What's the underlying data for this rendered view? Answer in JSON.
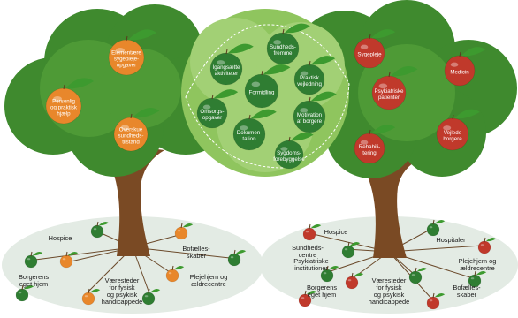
{
  "colors": {
    "canopy_dark": "#3f8a2e",
    "canopy_light": "#6db243",
    "center_cluster": "#9fcf6b",
    "trunk": "#7a4a24",
    "ground": "#e3ebe4",
    "apple_orange": "#e8872b",
    "apple_red": "#c0392b",
    "apple_green": "#2f7d32",
    "leaf": "#3d9a2f"
  },
  "left_tree": {
    "apples": [
      {
        "label": "Elementære\nsygepleje-\nopgaver",
        "color": "orange"
      },
      {
        "label": "Personlig\nog praktisk\nhjælp",
        "color": "orange"
      },
      {
        "label": "Overskue\nsundheds-\ntilstand",
        "color": "orange"
      }
    ]
  },
  "center_cluster": {
    "apples": [
      {
        "label": "Sundheds-\nfremme"
      },
      {
        "label": "Igangsætte\naktiviteter"
      },
      {
        "label": "Praktisk\nvejledning"
      },
      {
        "label": "Formidling"
      },
      {
        "label": "Omsorgs-\nopgaver"
      },
      {
        "label": "Motivation\naf borgere"
      },
      {
        "label": "Dokumen-\ntation"
      },
      {
        "label": "Sygdoms-\nforebyggelse"
      }
    ]
  },
  "right_tree": {
    "apples": [
      {
        "label": "Sygepleje",
        "color": "red"
      },
      {
        "label": "Medicin",
        "color": "red"
      },
      {
        "label": "Psykiatriske\npatienter",
        "color": "red"
      },
      {
        "label": "Vejlede\nborgere",
        "color": "red"
      },
      {
        "label": "Rehabili-\ntering",
        "color": "red"
      }
    ]
  },
  "left_ground": {
    "labels": [
      "Hospice",
      "Bofælles-\nskaber",
      "Borgerens\neget hjem",
      "Plejehjem og\nældrecentre",
      "Væresteder\nfor fysisk\nog psykisk\nhandicappede"
    ]
  },
  "right_ground": {
    "labels": [
      "Sundheds-\ncentre",
      "Hospice",
      "Hospitaler",
      "Psykiatriske\ninstitutioner",
      "Plejehjem og\nældrecentre",
      "Borgerens\neget hjem",
      "Væresteder\nfor fysisk\nog psykisk\nhandicappede",
      "Bofælles-\nskaber"
    ]
  }
}
